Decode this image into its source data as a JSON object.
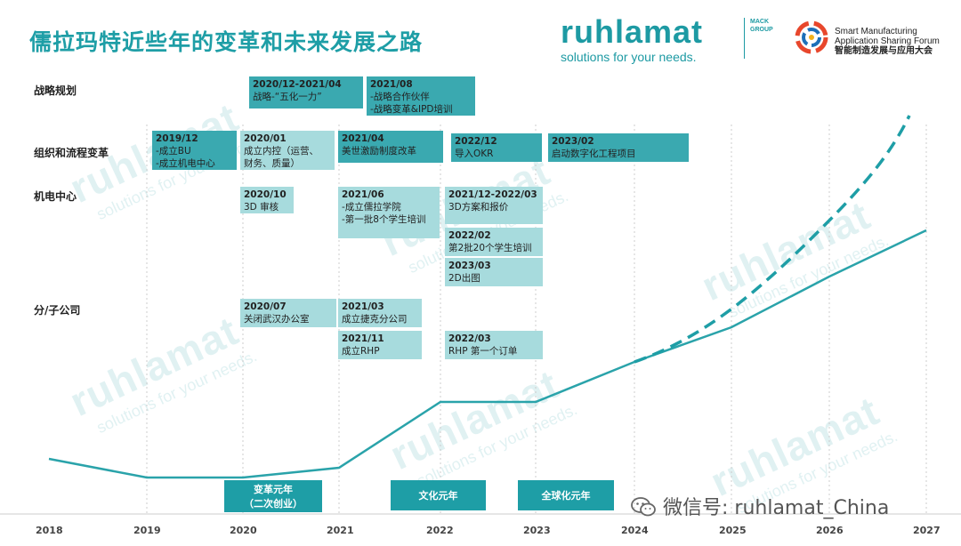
{
  "title": "儒拉玛特近些年的变革和未来发展之路",
  "logo": {
    "word": "ruhlamat",
    "tagline": "solutions for your needs.",
    "mack": "MACK",
    "group": "GROUP"
  },
  "forum": {
    "line1": "Smart Manufacturing",
    "line2": "Application Sharing Forum",
    "line3": "智能制造发展与应用大会"
  },
  "rows": [
    "战略规划",
    "组织和流程变革",
    "机电中心",
    "分/子公司"
  ],
  "boxes": [
    {
      "date": "2020/12-2021/04",
      "text": "战略-“五化一力”",
      "style": "dark"
    },
    {
      "date": "2021/08",
      "text": "-战略合作伙伴\n-战略变革&IPD培训",
      "style": "dark"
    },
    {
      "date": "2019/12",
      "text": "-成立BU\n-成立机电中心",
      "style": "dark"
    },
    {
      "date": "2020/01",
      "text": "成立内控（运营、\n财务、质量）",
      "style": "light"
    },
    {
      "date": "2021/04",
      "text": "美世激励制度改革",
      "style": "dark"
    },
    {
      "date": "2022/12",
      "text": "导入OKR",
      "style": "dark"
    },
    {
      "date": "2023/02",
      "text": "启动数字化工程项目",
      "style": "dark"
    },
    {
      "date": "2020/10",
      "text": "3D 审核",
      "style": "light"
    },
    {
      "date": "2021/06",
      "text": "-成立儒拉学院\n-第一批8个学生培训",
      "style": "light"
    },
    {
      "date": "2021/12-2022/03",
      "text": "3D方案和报价",
      "style": "light"
    },
    {
      "date": "2022/02",
      "text": "第2批20个学生培训",
      "style": "light"
    },
    {
      "date": "2023/03",
      "text": "2D出图",
      "style": "light"
    },
    {
      "date": "2020/07",
      "text": "关闭武汉办公室",
      "style": "light"
    },
    {
      "date": "2021/03",
      "text": "成立捷克分公司",
      "style": "light"
    },
    {
      "date": "2021/11",
      "text": "成立RHP",
      "style": "light"
    },
    {
      "date": "2022/03",
      "text": "RHP 第一个订单",
      "style": "light"
    }
  ],
  "year_labels": [
    {
      "line1": "变革元年",
      "line2": "（二次创业）"
    },
    {
      "line1": "文化元年",
      "line2": ""
    },
    {
      "line1": "全球化元年",
      "line2": ""
    }
  ],
  "axis_years": [
    "2018",
    "2019",
    "2020",
    "2021",
    "2022",
    "2023",
    "2024",
    "2025",
    "2026",
    "2027"
  ],
  "watermark": {
    "word": "ruhlamat",
    "tagline": "solutions for your needs."
  },
  "wechat": "微信号: ruhlamat_China",
  "colors": {
    "accent": "#1e9ea6",
    "dark_box": "#3aa9b0",
    "light_box": "#a7dbdd"
  }
}
